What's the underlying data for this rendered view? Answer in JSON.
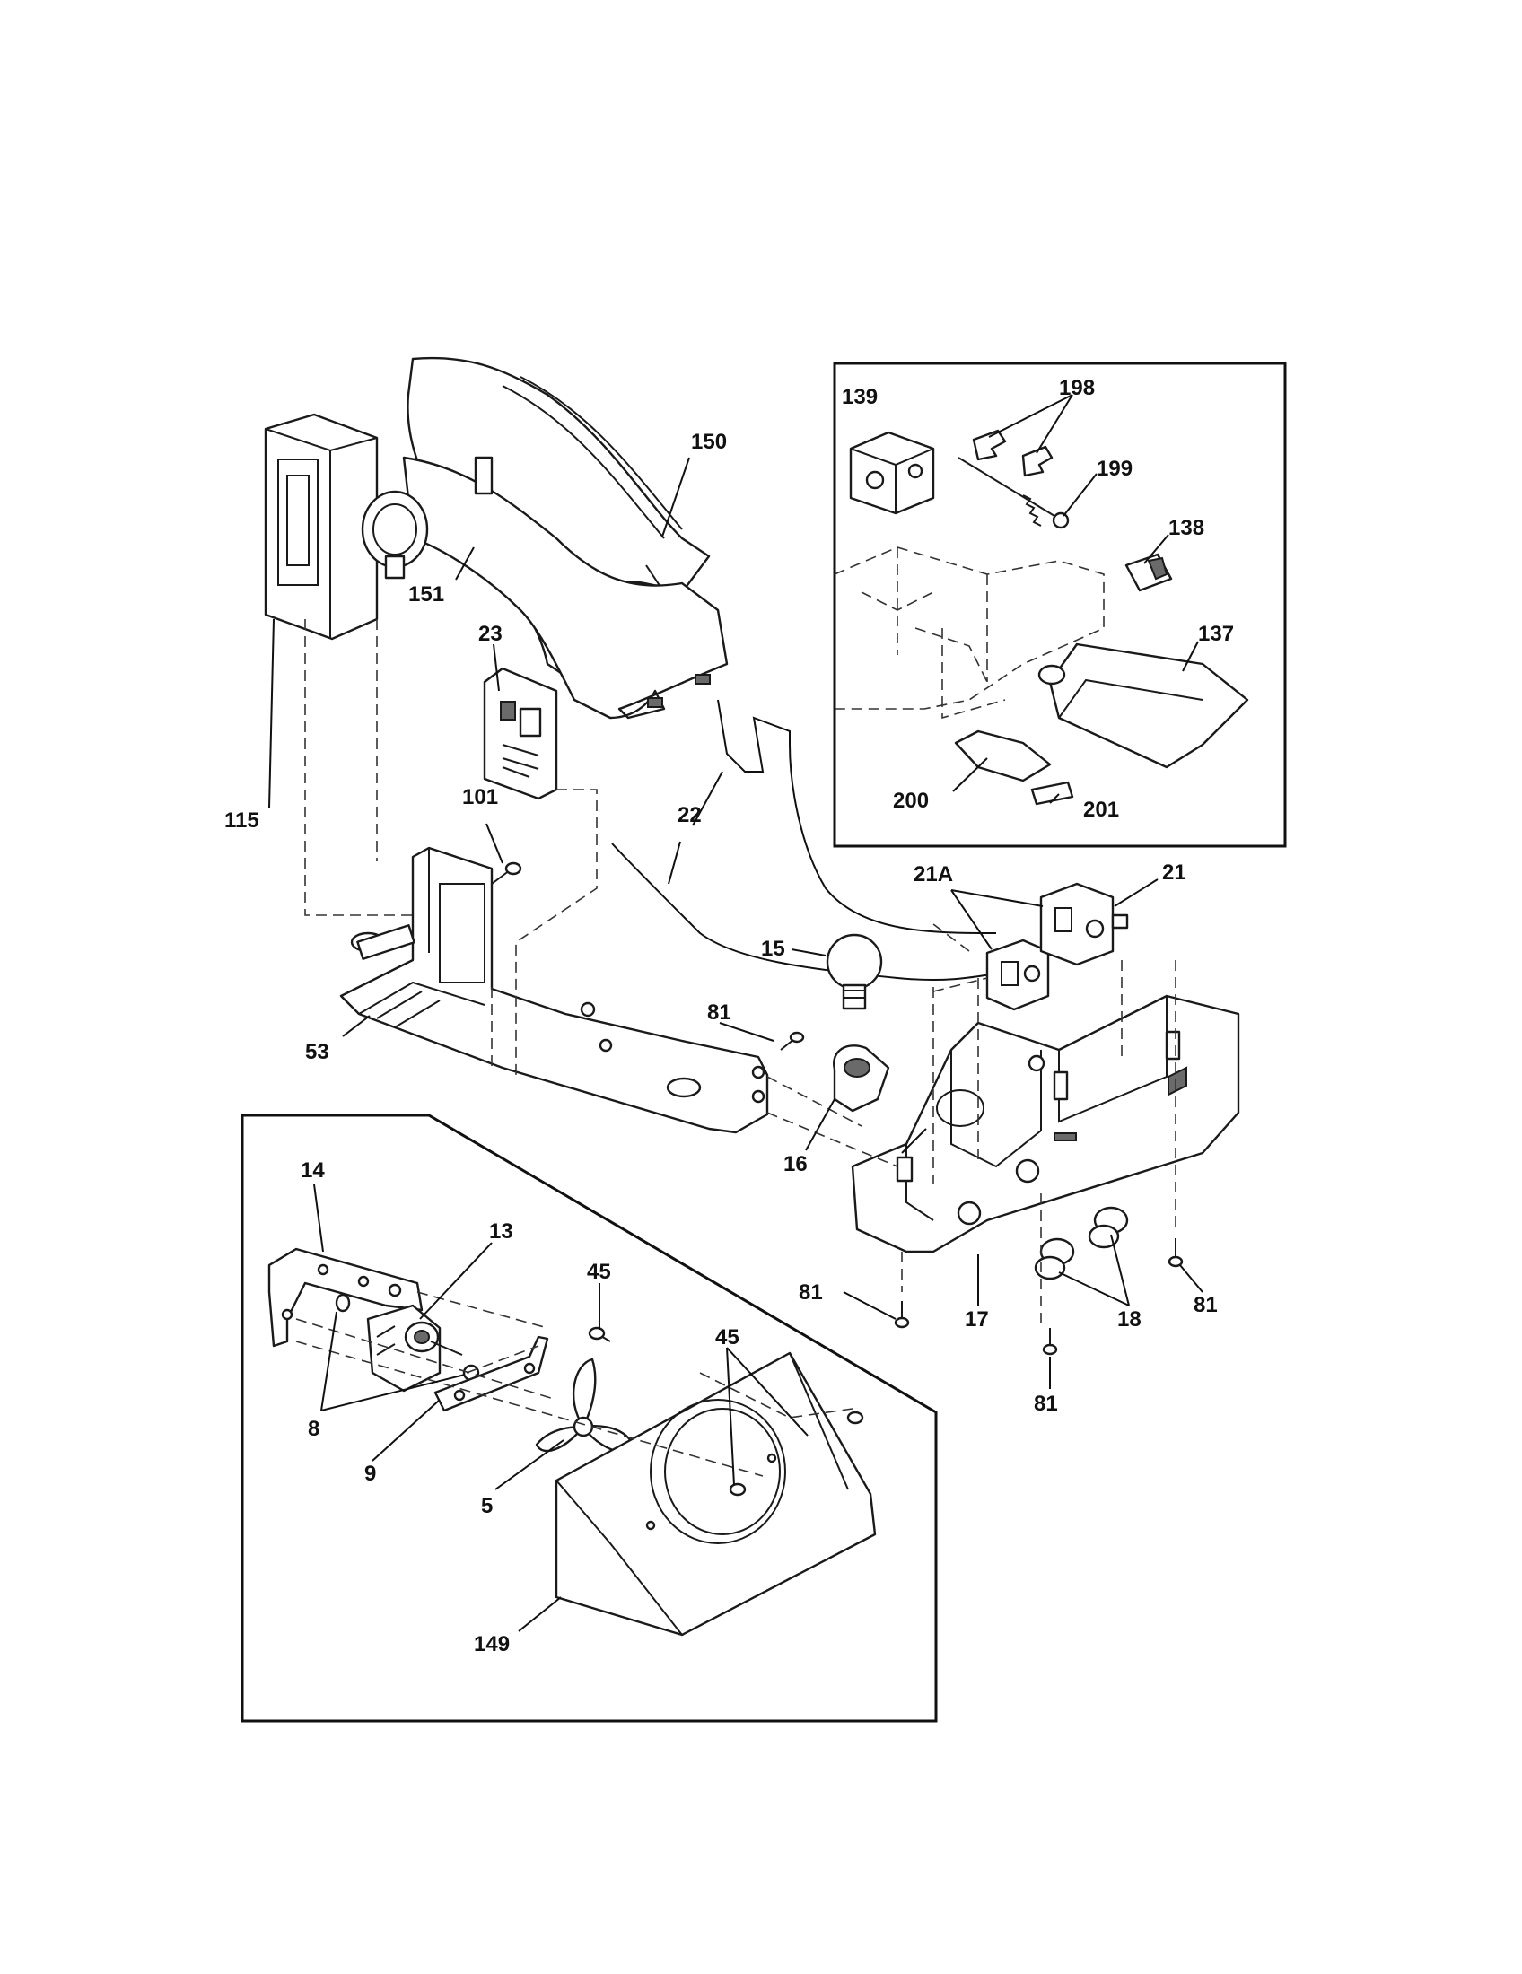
{
  "callouts": {
    "c150": "150",
    "c151": "151",
    "c23": "23",
    "c115": "115",
    "c101": "101",
    "c22": "22",
    "c21A": "21A",
    "c21": "21",
    "c15": "15",
    "c81a": "81",
    "c53": "53",
    "c16": "16",
    "c139": "139",
    "c198": "198",
    "c199": "199",
    "c138": "138",
    "c137": "137",
    "c200": "200",
    "c201": "201",
    "c14": "14",
    "c13": "13",
    "c45a": "45",
    "c45b": "45",
    "c8": "8",
    "c9": "9",
    "c5": "5",
    "c149": "149",
    "c81b": "81",
    "c17": "17",
    "c18": "18",
    "c81c": "81",
    "c81d": "81"
  }
}
